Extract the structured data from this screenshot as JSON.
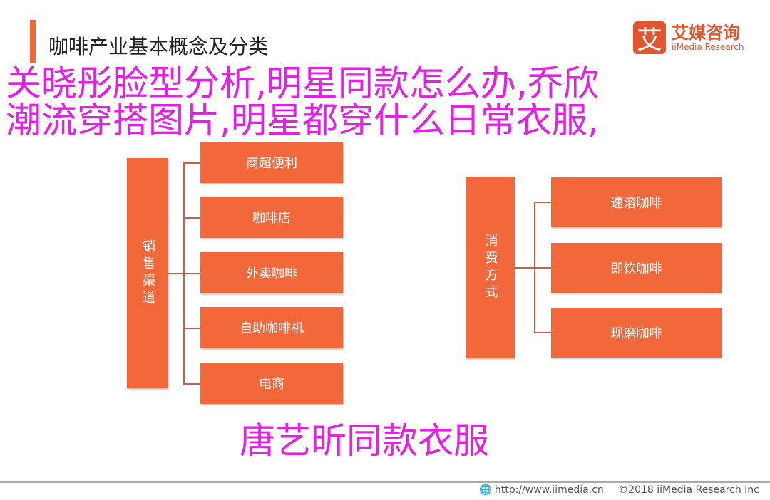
{
  "header": {
    "title": "咖啡产业基本概念及分类"
  },
  "logo": {
    "mark": "艾",
    "cn": "艾媒咨询",
    "en": "iiMedia Research"
  },
  "diagram": {
    "left_root": "销售渠道",
    "left_items": [
      "商超便利",
      "咖啡店",
      "外卖咖啡",
      "自助咖啡机",
      "电商"
    ],
    "right_root": "消费方式",
    "right_items": [
      "速溶咖啡",
      "即饮咖啡",
      "现磨咖啡"
    ]
  },
  "overlay": {
    "lines": [
      "关晓彤脸型分析,明星同款怎么办,乔欣",
      "潮流穿搭图片,明星都穿什么日常衣服,",
      "唐艺昕同款衣服"
    ]
  },
  "footer": {
    "url": "http://www.iimedia.cn",
    "copyright": "©2018  iiMedia Research Inc"
  }
}
